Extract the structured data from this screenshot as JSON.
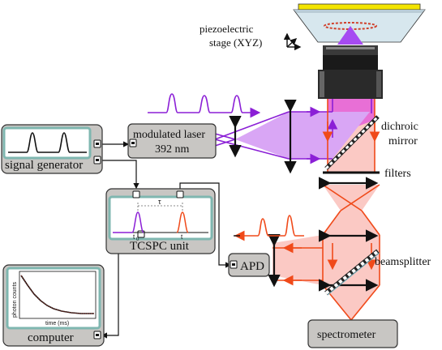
{
  "labels": {
    "piezo_line1": "piezoelectric",
    "piezo_line2": "stage (XYZ)",
    "dichroic_line1": "dichroic",
    "dichroic_line2": "mirror",
    "filters": "filters",
    "beamsplitter": "beamsplitter"
  },
  "boxes": {
    "signal_generator": "signal generator",
    "laser_line1": "modulated laser",
    "laser_line2": "392 nm",
    "tcspc": "TCSPC unit",
    "apd": "APD",
    "computer": "computer",
    "spectrometer": "spectrometer"
  },
  "tcspc_screen": {
    "tau": "τ",
    "t0": "t",
    "t0_sub": "0",
    "t": "t"
  },
  "computer_plot": {
    "ylabel": "photon counts",
    "xlabel": "time (ms)"
  },
  "colors": {
    "excitation": "#8b1fd6",
    "excitation_fill": "#d9a6f5",
    "emission": "#f04a1a",
    "emission_fill": "#fbc9c4",
    "box_fill": "#c8c6c3",
    "screen_frame": "#7fb7b0"
  }
}
